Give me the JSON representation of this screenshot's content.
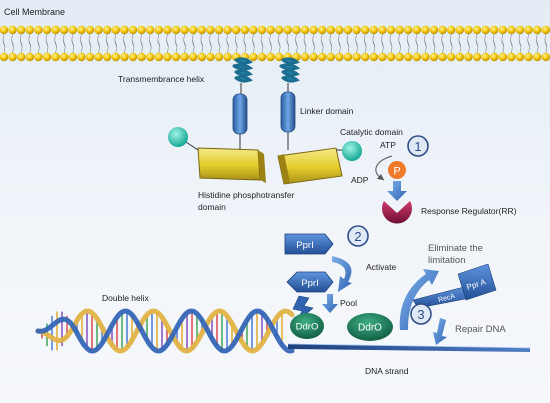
{
  "labels": {
    "cell_membrane": "Cell Membrane",
    "transmembrane_helix": "Transmembrance helix",
    "linker_domain": "Linker domain",
    "catalytic_domain": "Catalytic domain",
    "histidine_domain_line1": "Histidine phosphotransfer",
    "histidine_domain_line2": "domain",
    "atp": "ATP",
    "adp": "ADP",
    "phosphate": "P",
    "response_regulator": "Response Regulator(RR)",
    "double_helix": "Double helix",
    "activate": "Activate",
    "pool": "Pool",
    "eliminate_line1": "Eliminate the",
    "eliminate_line2": "limitation",
    "repair_dna": "Repair DNA",
    "dna_strand": "DNA strand"
  },
  "proteins": {
    "ppri_top": "PprI",
    "ppri_pool": "PprI",
    "ddro_left": "DdrO",
    "ddro_right": "DdrO",
    "reca": "RecA",
    "ppra": "Ppr A"
  },
  "steps": [
    "1",
    "2",
    "3"
  ],
  "colors": {
    "membrane_head": "#f2c200",
    "helix_blue": "#3a78c2",
    "step_circle": "#2e4e8a",
    "phosphate": "#ee7a2a",
    "response_regulator": "#9e1f4e",
    "teal": "#2dc6b3",
    "ddro_green": "#1d7a5a",
    "domain_yellow": "#e8d23a"
  }
}
